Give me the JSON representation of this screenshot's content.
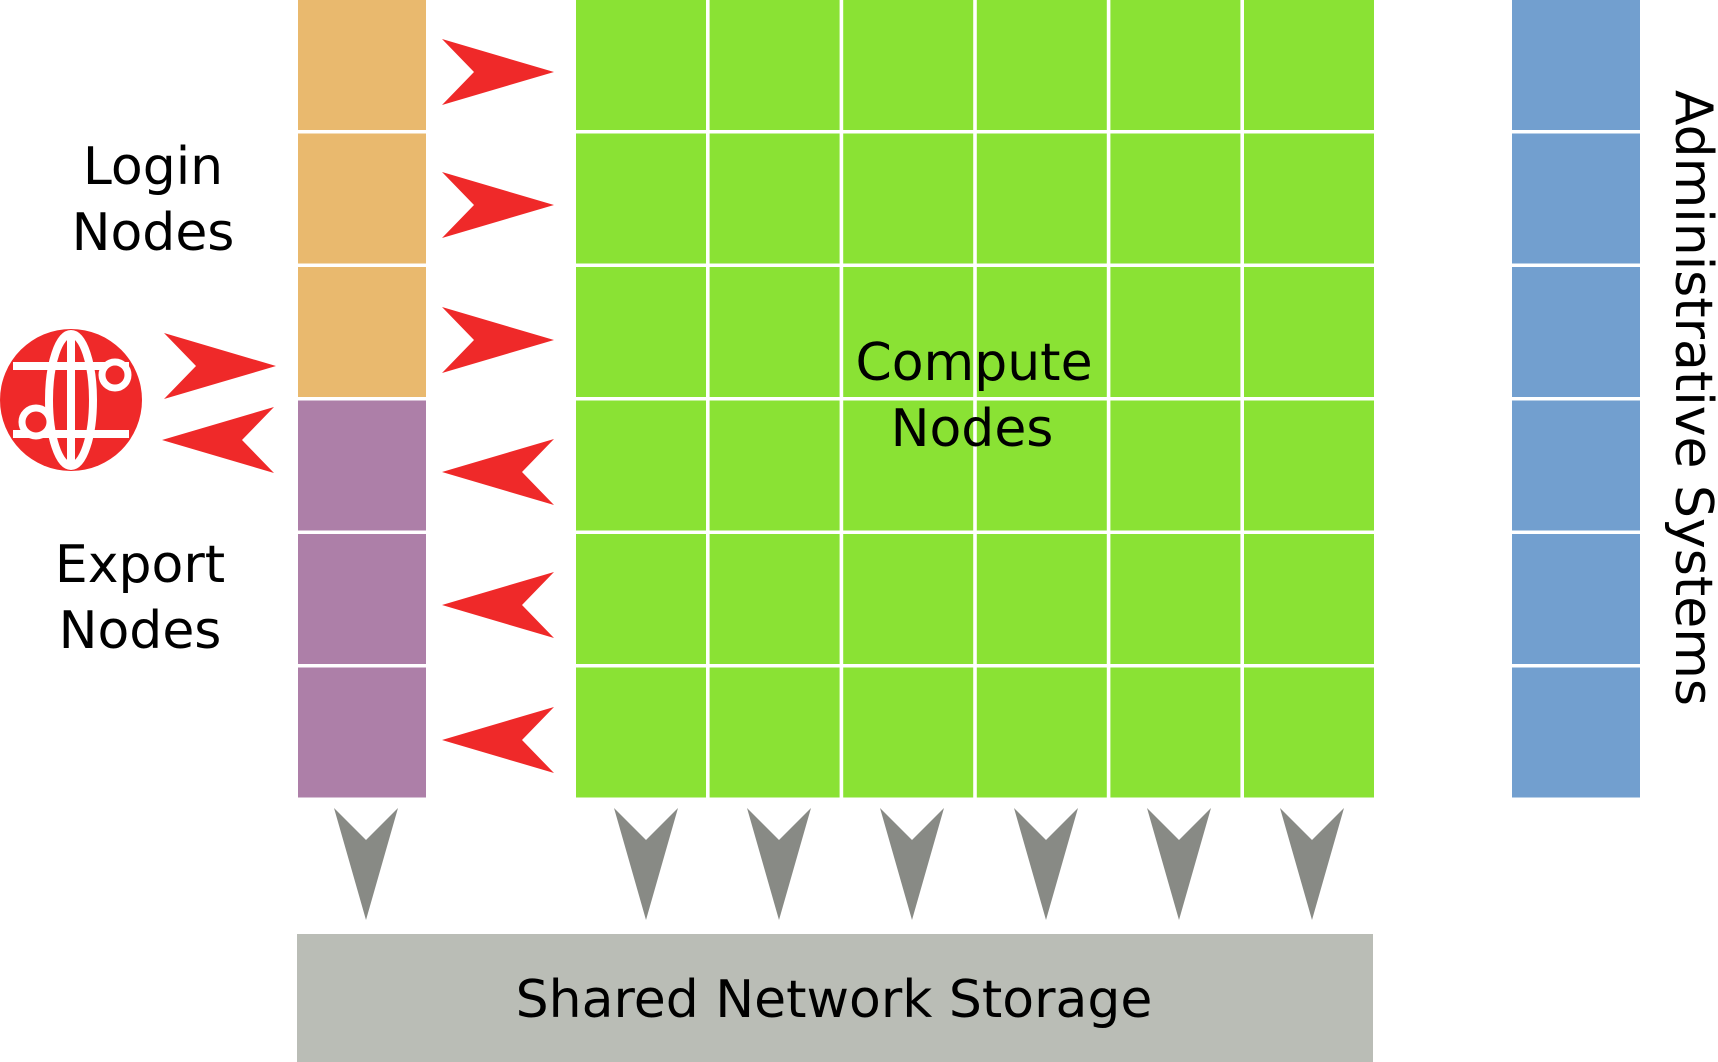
{
  "labels": {
    "login_line1": "Login",
    "login_line2": "Nodes",
    "export_line1": "Export",
    "export_line2": "Nodes",
    "compute_line1": "Compute",
    "compute_line2": "Nodes",
    "admin": "Administrative Systems",
    "storage": "Shared Network Storage"
  },
  "grid": {
    "compute_rows": 6,
    "compute_cols": 6,
    "login_nodes": 3,
    "export_nodes": 3,
    "admin_nodes": 6
  },
  "colors": {
    "login": "#e9b96e",
    "export": "#ad7fa8",
    "compute": "#8ae234",
    "admin": "#729fcf",
    "storage": "#babdb6",
    "arrow_red": "#ef2929",
    "arrow_gray": "#888a85",
    "internet": "#ef2929"
  },
  "icons": {
    "internet": "globe-network-icon"
  }
}
